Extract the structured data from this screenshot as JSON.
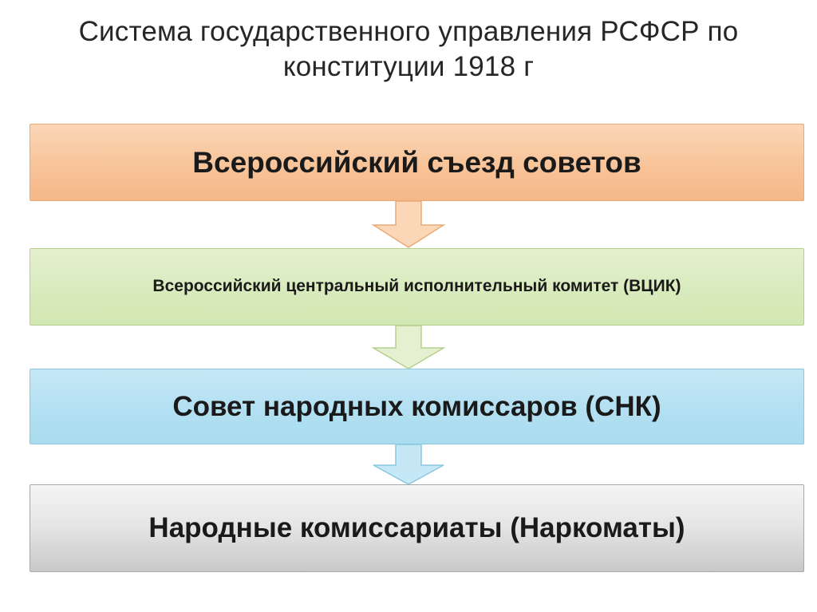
{
  "slide": {
    "title": "Система государственного управления РСФСР по конституции 1918 г",
    "background_color": "#ffffff"
  },
  "diagram": {
    "type": "flow-chart-vertical",
    "nodes": [
      {
        "id": "congress",
        "label": "Всероссийский съезд советов",
        "fill": "#f8c49a",
        "border": "#e8ab77"
      },
      {
        "id": "vtsik",
        "label": "Всероссийский центральный исполнительный комитет (ВЦИК)",
        "fill": "#d9ebbe",
        "border": "#b6cf8e"
      },
      {
        "id": "snk",
        "label": "Совет народных комиссаров (СНК)",
        "fill": "#b3e0f2",
        "border": "#8cc8e0"
      },
      {
        "id": "narkomaty",
        "label": "Народные комиссариаты (Наркоматы)",
        "fill": "#e6e6e6",
        "border": "#a8a8a8"
      }
    ],
    "connectors": [
      {
        "id": "congress-to-vtsik",
        "from": "congress",
        "to": "vtsik",
        "shape": "down-arrow",
        "fill": "#fbd7b8",
        "border": "#e8ab77"
      },
      {
        "id": "vtsik-to-snk",
        "from": "vtsik",
        "to": "snk",
        "shape": "down-arrow",
        "fill": "#e4f0cf",
        "border": "#b6cf8e"
      },
      {
        "id": "snk-to-narkomaty",
        "from": "snk",
        "to": "narkomaty",
        "shape": "down-arrow",
        "fill": "#c6e8f6",
        "border": "#8cc8e0"
      }
    ]
  }
}
